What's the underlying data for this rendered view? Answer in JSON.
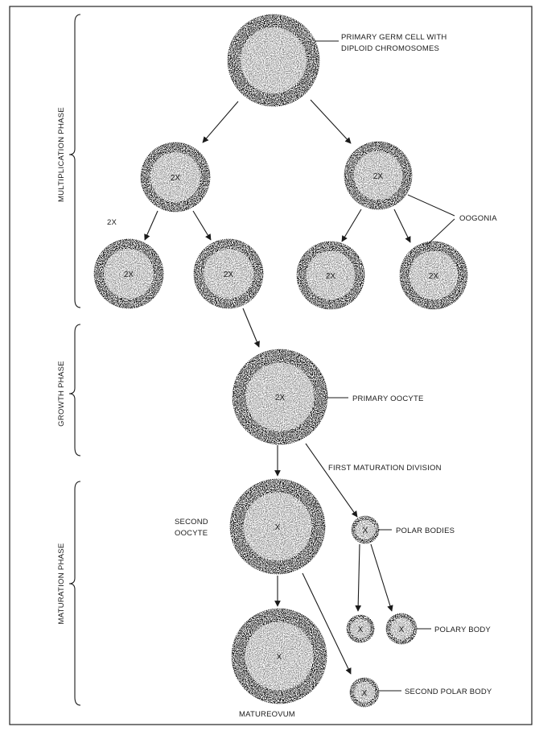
{
  "phases": {
    "multiplication": "MULTIPLICATION PHASE",
    "growth": "GROWTH PHASE",
    "maturation": "MATURATION PHASE"
  },
  "cells": {
    "primary_germ": "",
    "oogonium_left": "2X",
    "oogonium_right": "2X",
    "oogonium_ll": "2X",
    "oogonium_lr": "2X",
    "oogonium_rl": "2X",
    "oogonium_rr": "2X",
    "primary_oocyte": "2X",
    "second_oocyte": "X",
    "polar_body_1": "X",
    "polar_body_2a": "X",
    "polar_body_2b": "X",
    "mature_ovum": "X",
    "second_polar_body": "X"
  },
  "labels": {
    "primary_germ_line1": "PRIMARY GERM CELL WITH",
    "primary_germ_line2": "DIPLOID CHROMOSOMES",
    "two_x": "2X",
    "oogonia": "OOGONIA",
    "primary_oocyte": "PRIMARY OOCYTE",
    "first_maturation": "FIRST MATURATION DIVISION",
    "second_oocyte_line1": "SECOND",
    "second_oocyte_line2": "OOCYTE",
    "polar_bodies": "POLAR BODIES",
    "polary_body": "POLARY BODY",
    "second_polar_body": "SECOND POLAR BODY",
    "mature_ovum": "MATUREOVUM"
  }
}
